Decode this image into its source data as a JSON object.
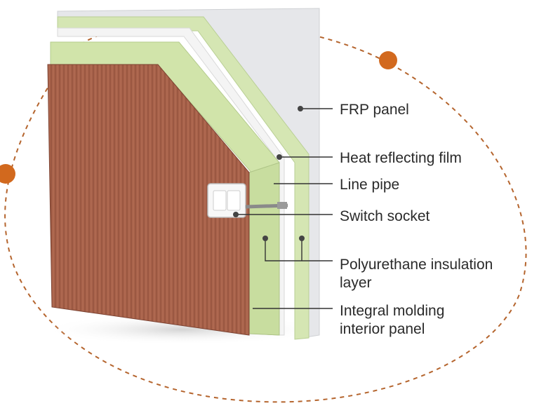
{
  "diagram": {
    "labels": {
      "frp_panel": "FRP panel",
      "heat_film": "Heat reflecting film",
      "line_pipe": "Line pipe",
      "switch_socket": "Switch socket",
      "pu_line1": "Polyurethane insulation",
      "pu_line2": "layer",
      "molding_line1": "Integral molding",
      "molding_line2": "interior panel"
    },
    "colors": {
      "orbit": "#b5652e",
      "dot": "#d2691e",
      "wood": "#a8624a",
      "wood_dark": "#8e4f3a",
      "green_layer": "#d5e6b3",
      "frp": "#e6e7ea",
      "film": "#f2f2f2",
      "leader": "#333333"
    }
  }
}
